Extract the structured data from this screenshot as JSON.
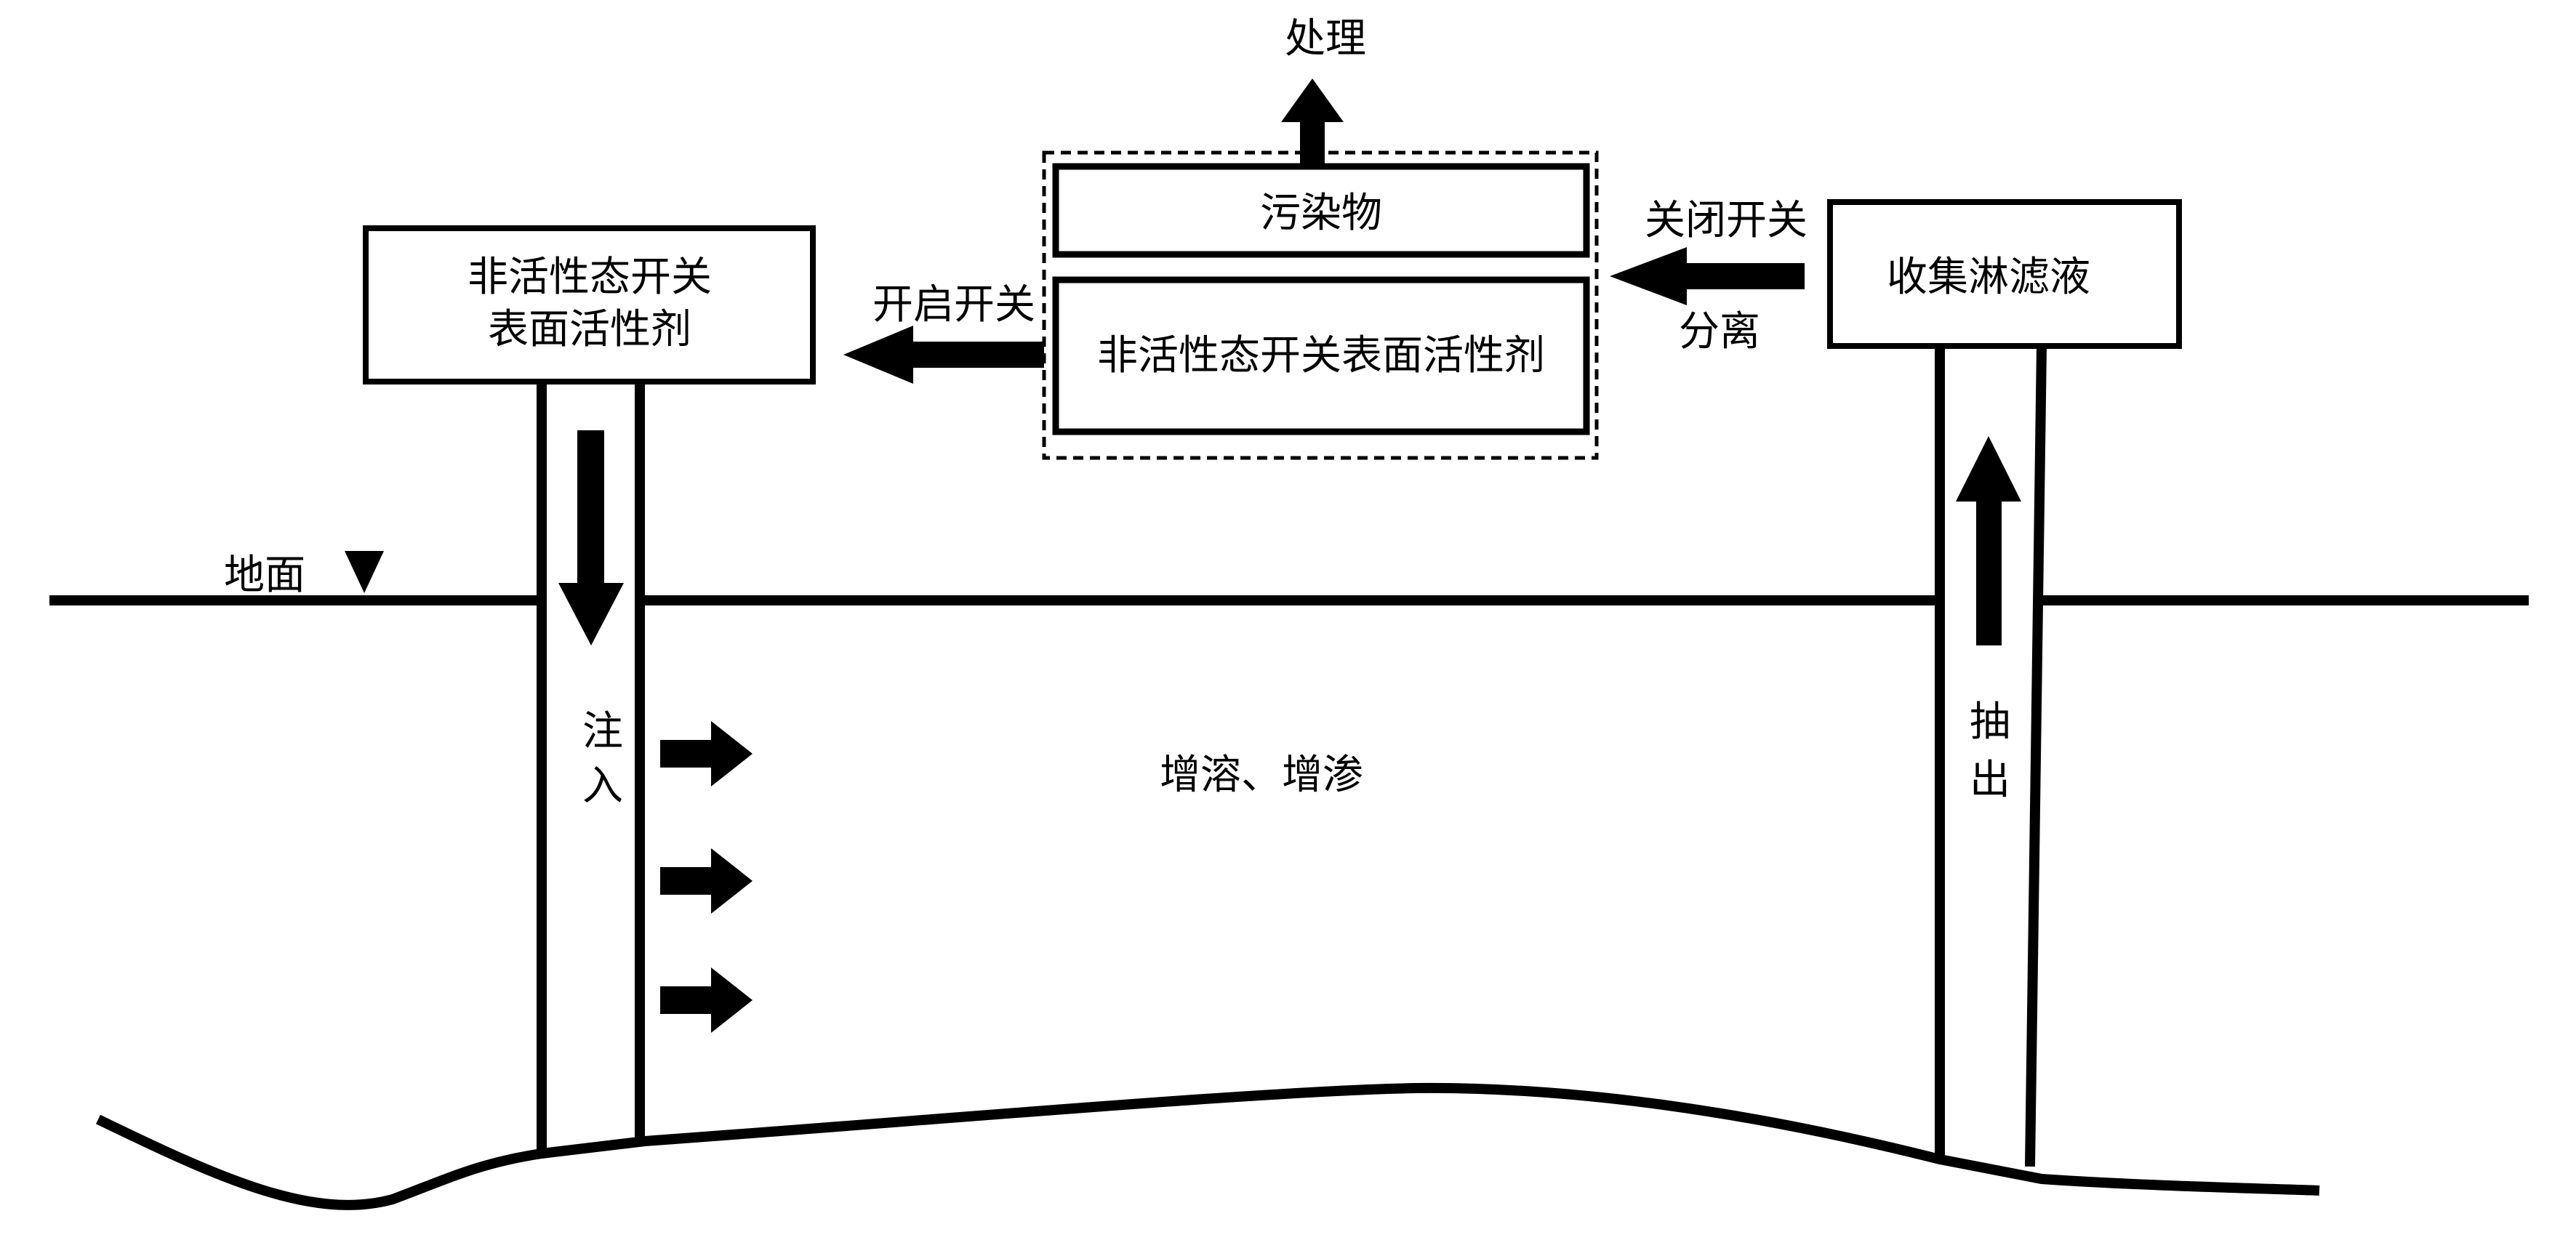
{
  "diagram": {
    "colors": {
      "ink": "#000000",
      "background": "#ffffff"
    },
    "labels": {
      "treatment": "处理",
      "pollutant_box": "污染物",
      "switch_on": "开启开关",
      "switch_off": "关闭开关",
      "separation": "分离",
      "inactive_surfactant_box": "非活性态开关表面活性剂",
      "left_box_line1": "非活性态开关",
      "left_box_line2": "表面活性剂",
      "collect_box": "收集淋滤液",
      "ground": "地面",
      "inject_1": "注",
      "inject_2": "入",
      "extract_1": "抽",
      "extract_2": "出",
      "center": "增溶、增渗"
    },
    "icons": {
      "ground_marker": "down-triangle-icon",
      "flow_arrows": "block-arrow-icon"
    }
  }
}
